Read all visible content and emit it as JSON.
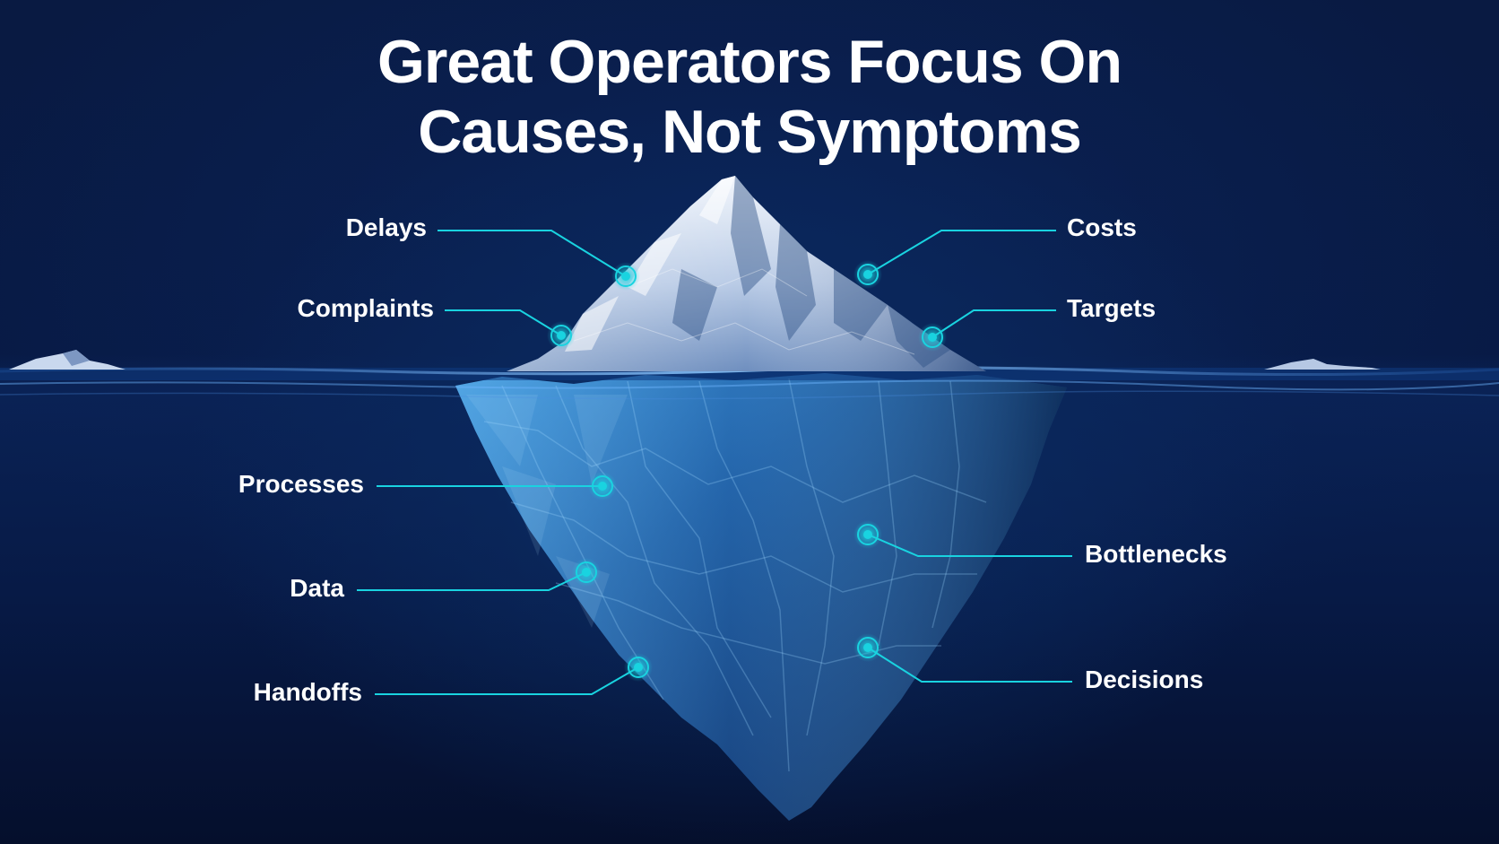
{
  "title": {
    "line1": "Great Operators Focus On",
    "line2": "Causes, Not Symptoms"
  },
  "above_water": {
    "left": [
      {
        "label": "Delays"
      },
      {
        "label": "Complaints"
      }
    ],
    "right": [
      {
        "label": "Costs"
      },
      {
        "label": "Targets"
      }
    ]
  },
  "below_water": {
    "left": [
      {
        "label": "Processes"
      },
      {
        "label": "Data"
      },
      {
        "label": "Handoffs"
      }
    ],
    "right": [
      {
        "label": "Bottlenecks"
      },
      {
        "label": "Decisions"
      }
    ]
  },
  "colors": {
    "background": "#07122e",
    "accent": "#19d3e0",
    "ice_top": "#dfe8f5",
    "ice_under": "#1d5fa8",
    "text": "#ffffff"
  }
}
